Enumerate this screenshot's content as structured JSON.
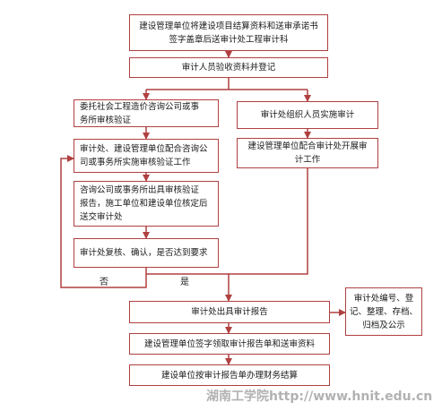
{
  "boxes": {
    "n1": "建设管理单位将建设项目结算资料和送审承诺书\n签字盖章后送审计处工程审计科",
    "n2": "审计人员验收资料并登记",
    "n3": "委托社会工程造价咨询公司或事\n务所审核验证",
    "n4": "审计处组织人员实施审计",
    "n5": "审计处、建设管理单位配合咨询公\n司或事务所实施审核验证工作",
    "n6": "建设管理单位配合审计处开展审\n计工作",
    "n7": "咨询公司或事务所出具审核验证\n报告，施工单位和建设单位核定后\n送交审计处",
    "n8": "审计处复核、确认，是否达到要求",
    "n9": "审计处出具审计报告",
    "n10": "审计处编号、登\n记、整理、存档、\n归档及公示",
    "n11": "建设管理单位签字领取审计报告单和送审资料",
    "n12": "建设单位按审计报告单办理财务结算"
  },
  "labels": {
    "no": "否",
    "yes": "是"
  },
  "watermark": "湖南工学院http://www.hnit.edu.cn",
  "colors": {
    "line": "#b04040",
    "text": "#1a1a1a",
    "watermark": "#b2b2b2"
  }
}
